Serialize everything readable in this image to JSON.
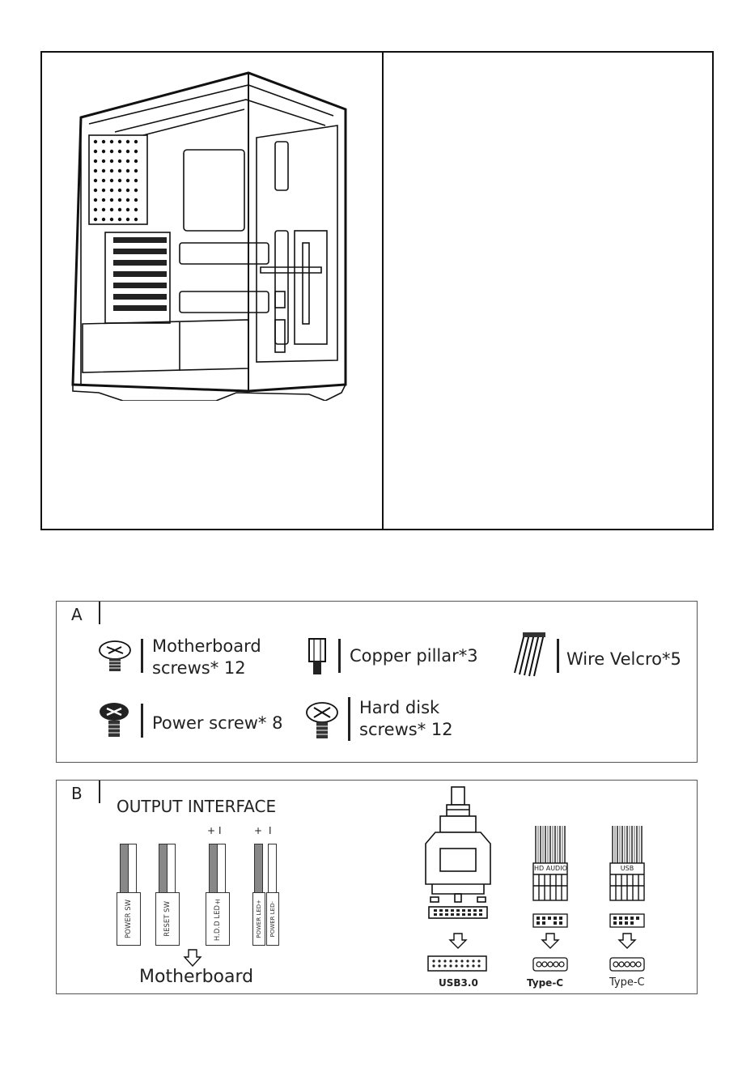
{
  "section_a": {
    "letter": "A",
    "items": [
      {
        "line1": "Motherboard",
        "line2": "screws* 12",
        "icon": "motherboard-screw-icon"
      },
      {
        "line1": "Copper pillar*3",
        "icon": "copper-pillar-icon"
      },
      {
        "line1": "Wire Velcro*5",
        "icon": "wire-velcro-icon"
      },
      {
        "line1": "Power screw* 8",
        "icon": "power-screw-icon"
      },
      {
        "line1": "Hard disk",
        "line2": "screws* 12",
        "icon": "hard-disk-screw-icon"
      }
    ]
  },
  "section_b": {
    "letter": "B",
    "title": "OUTPUT INTERFACE",
    "polarity_plus": "+",
    "polarity_minus": "I",
    "wires": [
      "POWER SW",
      "RESET SW",
      "H.D.D LED±",
      "POWER LED+",
      "POWER LED-"
    ],
    "motherboard_label": "Motherboard",
    "connectors": [
      {
        "label": "USB3.0"
      },
      {
        "header": "HD AUDIO",
        "label": "HD AUDIO"
      },
      {
        "header": "USB",
        "label": "Type-C"
      }
    ]
  }
}
